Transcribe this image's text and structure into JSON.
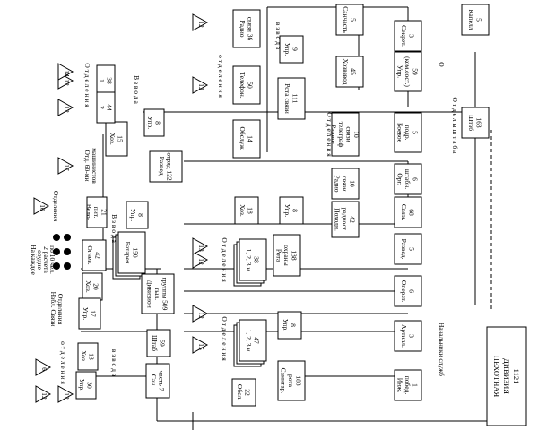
{
  "nodes": {
    "kapelle": [
      "Капелл",
      "5"
    ],
    "stab163": [
      "Штаб",
      "163"
    ],
    "sekr": [
      "Секрет.",
      "3"
    ],
    "sanchast5": [
      "Санчасть",
      "5"
    ],
    "upr_komsklad": [
      "Упр.",
      "(ком.сост.)",
      "59"
    ],
    "hozvzvod": [
      "Хозвзвод",
      "45"
    ],
    "boevoe": [
      "Боевое",
      "подр.",
      "5"
    ],
    "orgshtab": [
      "Орг.",
      "штабн.",
      "6"
    ],
    "svyaz68": [
      "Связь",
      "68"
    ],
    "razved5": [
      "Развед.",
      "5"
    ],
    "operot6": [
      "Операт.",
      "6"
    ],
    "artil3": [
      "Артилл.",
      "3"
    ],
    "inzh1": [
      "Инж.",
      "побед.",
      "1"
    ],
    "pehdiv": [
      "ПЕХОТНАЯ",
      "ДИВИЗИЯ",
      "1121"
    ],
    "radiosvyaz36": [
      "Радио",
      "связи 36"
    ],
    "telefon50": [
      "Телефон.",
      "50"
    ],
    "obsluzh14": [
      "Обслуж.",
      "14"
    ],
    "upr9": [
      "Упр.",
      "9"
    ],
    "rota_svyazi111": [
      "Рота связи",
      "111"
    ],
    "radiotelegr10": [
      "Радио-",
      "телеграф",
      "связи",
      "10"
    ],
    "radiosvyazi10": [
      "Радио",
      "связи",
      "10"
    ],
    "pohrad42": [
      "Походн.",
      "радиост.",
      "42"
    ],
    "upr8a": [
      "Упр.",
      "8"
    ],
    "hoz15": [
      "Хоз.",
      "15"
    ],
    "razv_otr122": [
      "Развед.",
      "отряд 122"
    ],
    "v38": [
      "1",
      "38"
    ],
    "v44": [
      "2",
      "44"
    ],
    "upr8b": [
      "Упр.",
      "8"
    ],
    "hoz18": [
      "Хоз.",
      "18"
    ],
    "rota_ohrany138": [
      "Рота",
      "охраны",
      "138"
    ],
    "v1234_38": [
      "1, 2, 3 и",
      "38"
    ],
    "upr8c": [
      "Упр.",
      "8"
    ],
    "velo21": [
      "Вело-",
      "пит.",
      "21"
    ],
    "batareya150": [
      "Батарея",
      "150"
    ],
    "ognev42": [
      "Огнев.",
      "42"
    ],
    "hoz20": [
      "Хоз.",
      "20"
    ],
    "upr17": [
      "Упр.",
      "17"
    ],
    "div_tyl509": [
      "Дивизион",
      "тыл.",
      "группы 509"
    ],
    "stab59": [
      "Штаб",
      "59"
    ],
    "hoz13": [
      "Хоз.",
      "13"
    ],
    "upr30": [
      "Упр.",
      "30"
    ],
    "sanchast7": [
      "Сан.",
      "часть 7"
    ],
    "upr8d": [
      "Упр.",
      "8"
    ],
    "v1234_47": [
      "1, 2, 3 и",
      "47"
    ],
    "obsl22": [
      "Обсл.",
      "22"
    ],
    "sanitar183": [
      "Санитар.",
      "рота",
      "183"
    ]
  },
  "labels": {
    "otdel_vert": "о т д е л е н и я",
    "vzvoda": "в з в о д а",
    "vzvoda2": "В з в о д а",
    "vzvoda3": "В з в о д а",
    "otdeleniya_top": "О т д е л е н и я",
    "otdeleniya_mid": "О т д е л е н и я",
    "otdeleniya_low": "О т д е л е н и я",
    "otdeleniya_left": "О т д е л е н и я",
    "otdeleniya_left2": "О т д е л е н и я",
    "otdel_stab": "О т д е л ы   ш т а б а",
    "nachalniki": "Начальники служб",
    "o_letter": "О",
    "otd_mashinistov": "Отд. 60-ми",
    "otd_mashinistov2": "машинистов",
    "otdeleniya_small": "Отделения",
    "na_kazhdom": "На каждое",
    "orudie": "орудие",
    "po_raschet": "2 расчета",
    "po_10": "по 10 чел.",
    "nabl_svyazi": "Набл. Связи",
    "otdeleniya_lower": "Отделения",
    "o_bottom": "о т д е л е н и я",
    "vzvoda_bottom": "в з в о д а"
  },
  "triangles": {
    "t12a": "12",
    "t12b": "12",
    "t12c": "12",
    "t12d": "12",
    "t14": "14",
    "t12e": "12",
    "t17": "17",
    "t10": "10",
    "t13": "13",
    "t15": "15",
    "t12f": "12",
    "t12g": "12",
    "t6": "6",
    "t12h": "12"
  }
}
